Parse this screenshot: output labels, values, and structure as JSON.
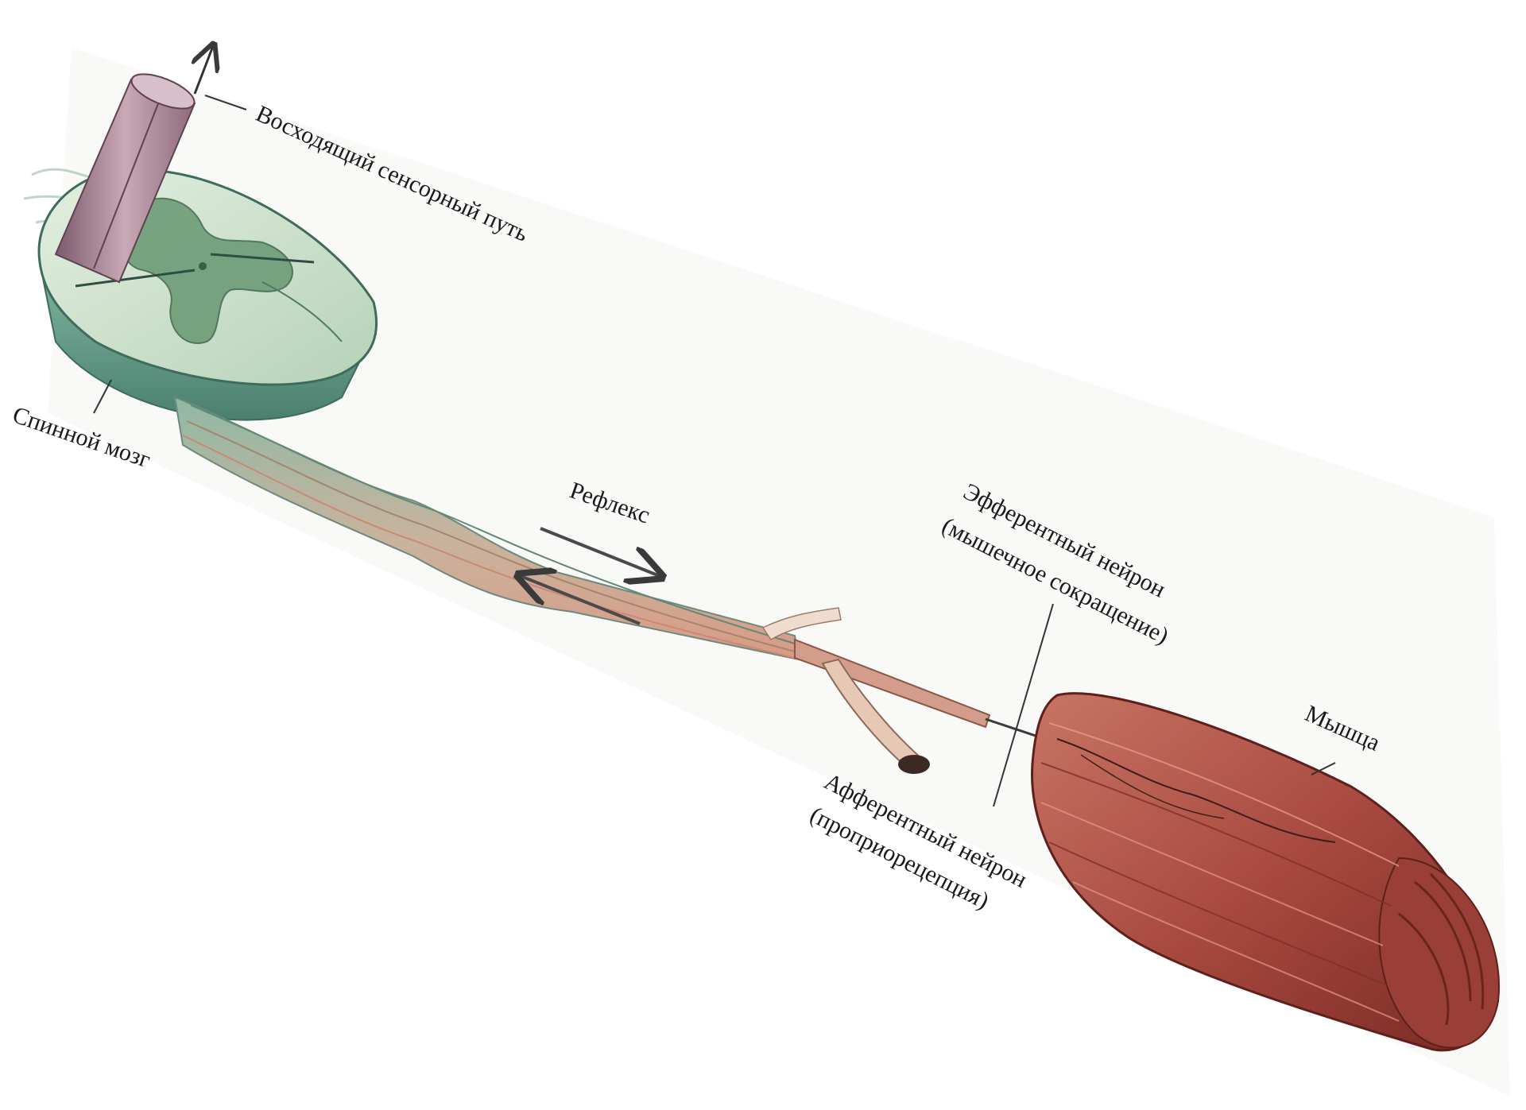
{
  "labels": {
    "ascending_tract": "Восходящий сенсорный путь",
    "spinal_cord": "Спинной мозг",
    "reflex": "Рефлекс",
    "efferent_line1": "Эфферентный нейрон",
    "efferent_line2": "(мышечное сокращение)",
    "muscle": "Мышца",
    "afferent_line1": "Афферентный нейрон",
    "afferent_line2": "(проприорецепция)"
  },
  "colors": {
    "spinal_white_matter": "#bcd8bf",
    "spinal_gray_matter": "#6f9a78",
    "spinal_side": "#5f9784",
    "nerve_green": "#7fa993",
    "nerve_pink": "#d9a08c",
    "muscle_main": "#b55a4e",
    "muscle_dark": "#7e2f2a",
    "tract_pink": "#9f7c8c",
    "arrow_gray": "#4a4a4a"
  }
}
